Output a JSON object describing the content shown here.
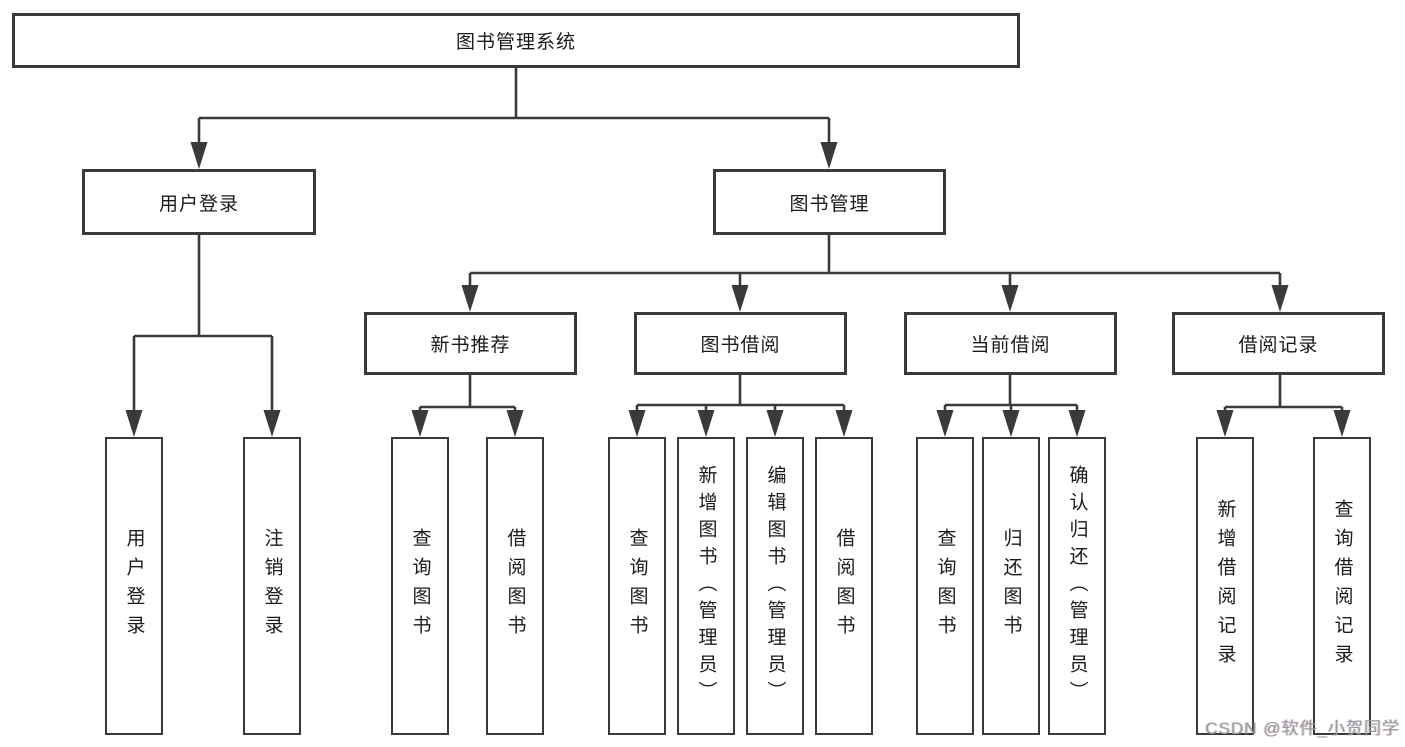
{
  "diagram": {
    "title": "图书管理系统",
    "nodes": {
      "root": "图书管理系统",
      "user_login": "用户登录",
      "book_management": "图书管理",
      "new_book_recommend": "新书推荐",
      "book_borrowing": "图书借阅",
      "current_borrowing": "当前借阅",
      "borrowing_records": "借阅记录",
      "user_login_children": [
        "用户登录",
        "注销登录"
      ],
      "new_book_children": [
        "查询图书",
        "借阅图书"
      ],
      "book_borrowing_children": [
        "查询图书",
        "新增图书（管理员）",
        "编辑图书（管理员）",
        "借阅图书"
      ],
      "current_borrowing_children": [
        "查询图书",
        "归还图书",
        "确认归还（管理员）"
      ],
      "borrowing_records_children": [
        "新增借阅记录",
        "查询借阅记录"
      ]
    },
    "colors": {
      "line": "#3a3a3a",
      "box_border": "#3a3a3a",
      "text": "#1b1b1b",
      "background": "#ffffff",
      "watermark_gray": "#9b9b9b"
    }
  },
  "watermark": "CSDN @软件_小贺同学"
}
